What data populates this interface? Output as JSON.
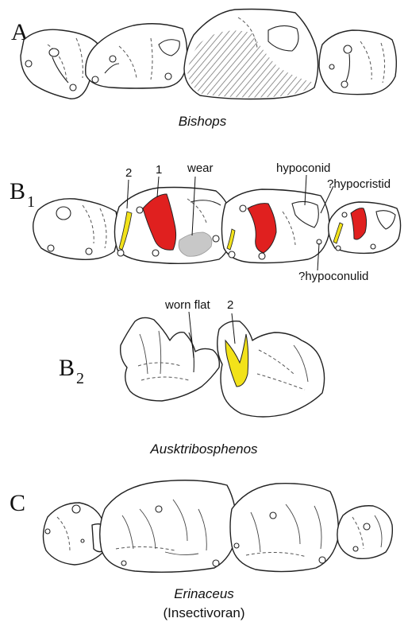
{
  "panels": {
    "a": {
      "letter": "A",
      "taxon": "Bishops"
    },
    "b1": {
      "letter": "B",
      "subscript": "1",
      "labels": {
        "facet2": "2",
        "facet1": "1",
        "wear": "wear",
        "hypoconid": "hypoconid",
        "hypocristid": "?hypocristid",
        "hypoconulid": "?hypoconulid"
      }
    },
    "b2": {
      "letter": "B",
      "subscript": "2",
      "taxon": "Ausktribosphenos",
      "labels": {
        "worn_flat": "worn flat",
        "facet2": "2"
      }
    },
    "c": {
      "letter": "C",
      "taxon": "Erinaceus",
      "note": "(Insectivoran)"
    }
  },
  "colors": {
    "facet_1": "#e0201f",
    "facet_2": "#f2e21a",
    "wear": "#c8c8c8",
    "outline": "#222222"
  }
}
